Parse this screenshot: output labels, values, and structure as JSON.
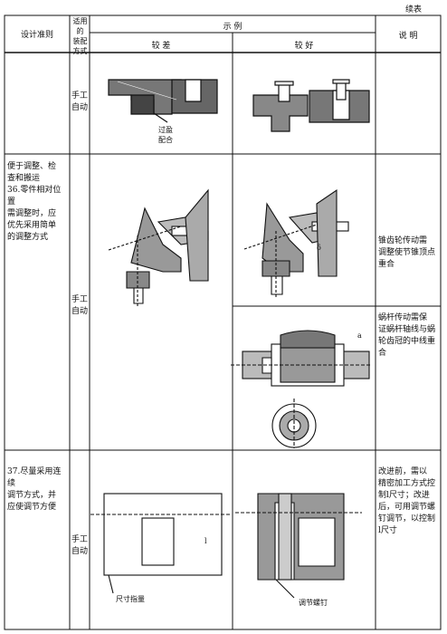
{
  "continued_label": "续表",
  "table": {
    "headers": {
      "principle": "设计准则",
      "method": [
        "适用",
        "的",
        "装配",
        "方式"
      ],
      "example": "示          例",
      "poor": "较          差",
      "good": "较          好",
      "note": "说     明"
    },
    "rows": [
      {
        "principle": [],
        "method": [
          "手工",
          "自动"
        ],
        "poor_callout": [
          "过盈",
          "配合"
        ],
        "note": []
      },
      {
        "principle": [
          "便于调整、检",
          "查和搬运",
          "36.零件相对位置",
          "需调整时，应",
          "优先采用简单",
          "的调整方式"
        ],
        "method": [
          "手工",
          "自动"
        ],
        "note_a": [
          "锥齿轮传动需",
          "调整使节锥顶点",
          "重合"
        ],
        "note_b": [
          "蜗杆传动需保",
          "证蜗杆轴线与蜗",
          "轮齿冠的中线重",
          "合"
        ],
        "good_a_label": "δ",
        "good_b_label": "a"
      },
      {
        "principle": [
          "37.尽量采用连续",
          "调节方式，并",
          "应使调节方便"
        ],
        "method": [
          "手工",
          "自动"
        ],
        "poor_callout": "尺寸指量",
        "good_callout": "调节螺钉",
        "dimension": "l",
        "note": [
          "改进前，需以",
          "精密加工方式控",
          "制l尺寸；改进",
          "后，可用调节螺",
          "钉调节，以控制",
          "l尺寸"
        ]
      }
    ]
  }
}
